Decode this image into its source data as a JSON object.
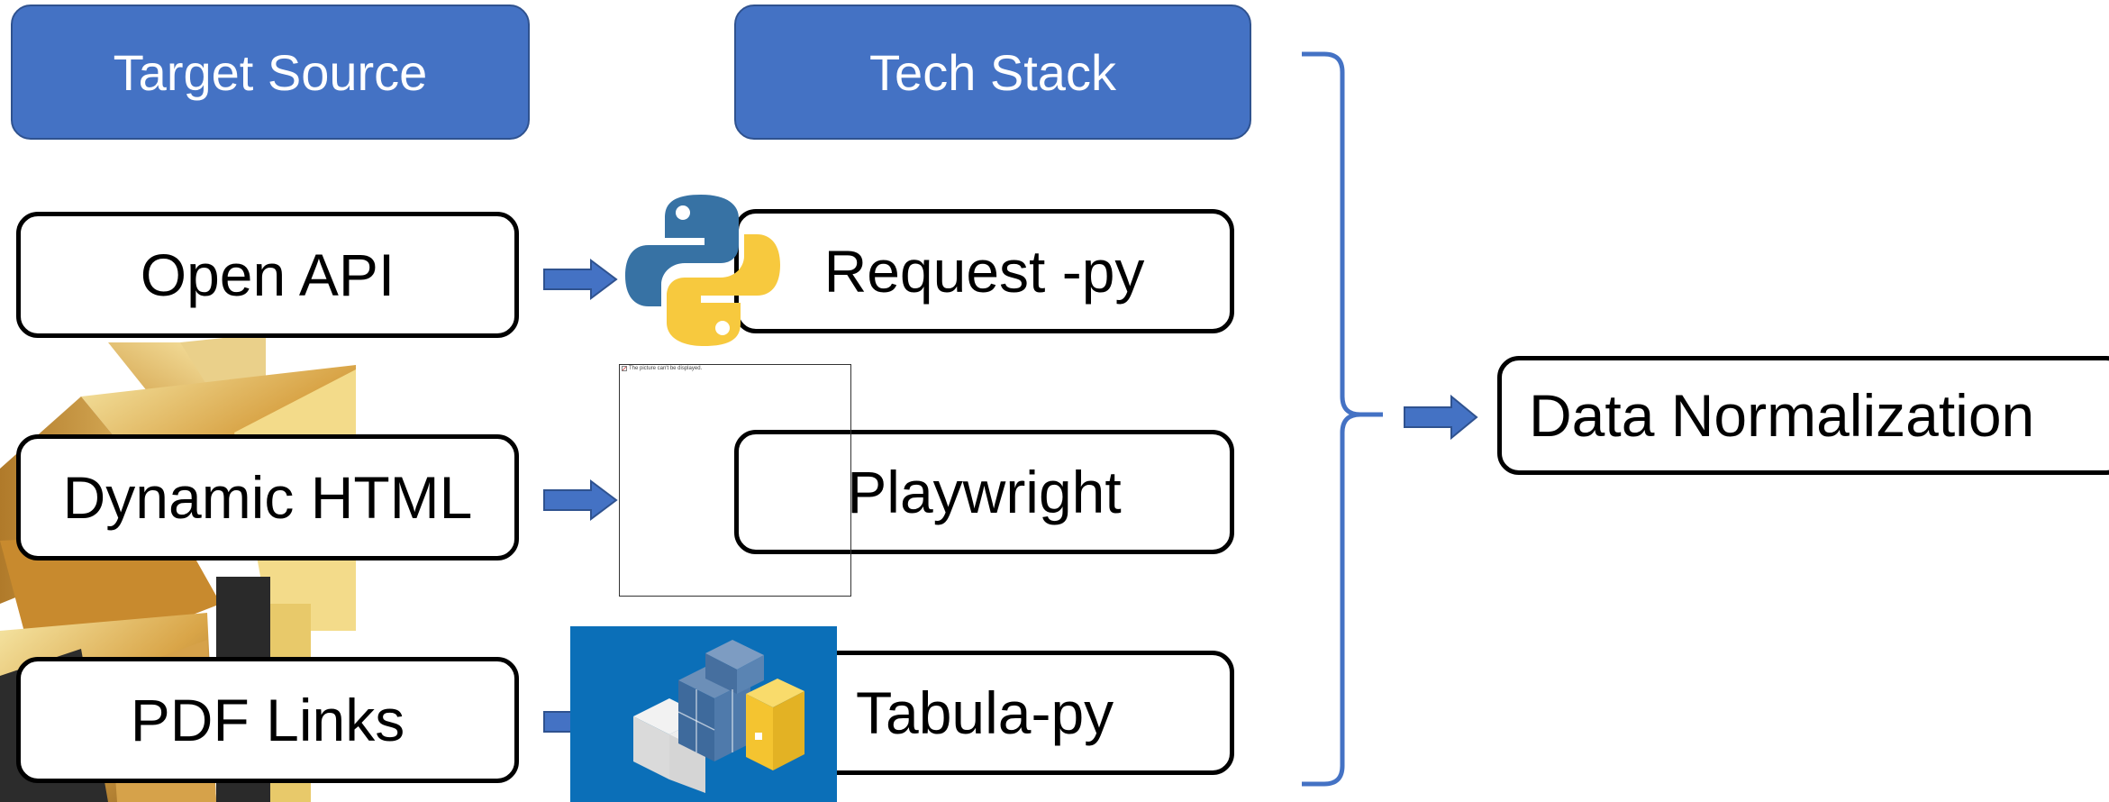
{
  "headers": {
    "target_source": "Target Source",
    "tech_stack": "Tech Stack"
  },
  "sources": [
    {
      "label": "Open API"
    },
    {
      "label": "Dynamic HTML"
    },
    {
      "label": "PDF Links"
    }
  ],
  "tools": [
    {
      "label": "Request -py"
    },
    {
      "label": "Playwright"
    },
    {
      "label": "Tabula-py"
    }
  ],
  "output": {
    "label": "Data Normalization"
  },
  "broken_image": {
    "alt": "The picture can't be displayed."
  },
  "colors": {
    "header_fill": "#4472C4",
    "arrow_fill": "#4472C4",
    "bracket": "#4472C4",
    "python_blue": "#3772A4",
    "python_yellow": "#F7C93E",
    "tabula_bg": "#0B6FB8"
  },
  "icons": [
    "python-logo-icon",
    "broken-image-icon",
    "pandas-cubes-icon"
  ]
}
